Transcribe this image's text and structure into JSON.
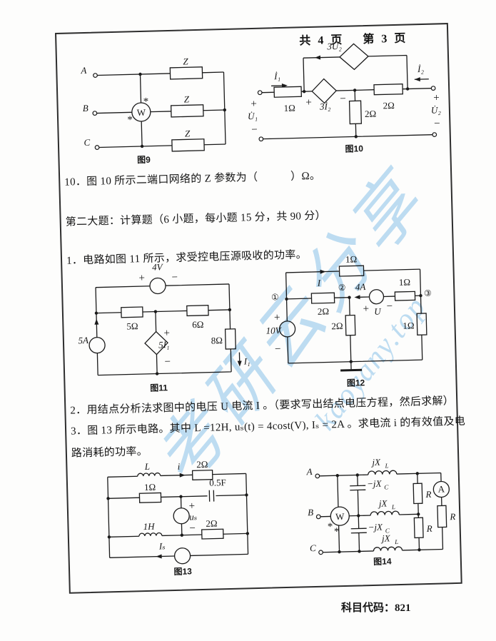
{
  "page": {
    "header": "共 4 页　 第 3 页",
    "footer": "科目代码：821",
    "watermark": {
      "cn": "考研云分享",
      "en": "kaoyany.top",
      "color": "#a9d3f0"
    }
  },
  "text": {
    "q10": "10．图 10 所示二端口网络的 Z 参数为（　　　）Ω。",
    "section2": "第二大题：计算题（6 小题，每小题 15 分，共 90 分）",
    "q1": "1．电路如图 11 所示，求受控电压源吸收的功率。",
    "q2": "2．用结点分析法求图中的电压 U 电流 I 。（要求写出结点电压方程，然后求解）",
    "q3_line1": "3．图 13 所示电路。其中 L =12H, uₛ(t) = 4cost(V), Iₛ = 2A 。求电流 i 的有效值及电",
    "q3_line2": "路消耗的功率。"
  },
  "fig9": {
    "caption": "图9",
    "labels": {
      "a": "A",
      "b": "B",
      "c": "C",
      "z": "Z",
      "w": "W",
      "star": "*"
    }
  },
  "fig10": {
    "caption": "图10",
    "labels": {
      "ctrl_top": "3U̇₂",
      "i1": "İ₁",
      "i2": "İ₂",
      "r_1ohm": "1Ω",
      "ctrl_mid": "3İ₂",
      "r_2ohm": "2Ω",
      "u1": "U̇₁",
      "u2": "U̇₂",
      "plus": "+",
      "minus": "−"
    }
  },
  "fig11": {
    "caption": "图11",
    "labels": {
      "v4": "4V",
      "a5": "5A",
      "r5": "5Ω",
      "r6": "6Ω",
      "r8": "8Ω",
      "dep": "5I₁",
      "i1": "I₁",
      "plus": "+",
      "minus": "−"
    }
  },
  "fig12": {
    "caption": "图12",
    "labels": {
      "r1": "1Ω",
      "r2": "2Ω",
      "i": "I",
      "n1": "①",
      "n2": "②",
      "n3": "③",
      "a4": "4A",
      "u": "U",
      "v10": "10V",
      "plus": "+",
      "minus": "−"
    }
  },
  "fig13": {
    "caption": "图13",
    "labels": {
      "l": "L",
      "i": "i",
      "r2": "2Ω",
      "r1": "1Ω",
      "c": "0.5F",
      "us": "uₛ",
      "l1": "1H",
      "is": "Iₛ",
      "plus": "+",
      "minus": "−"
    }
  },
  "fig14": {
    "caption": "图14",
    "labels": {
      "a": "A",
      "b": "B",
      "c": "C",
      "w": "W",
      "jx": "jX",
      "jx_sub": "L",
      "njx": "−jX",
      "njx_sub": "C",
      "r": "R",
      "ammeter": "A",
      "star": "*"
    }
  }
}
